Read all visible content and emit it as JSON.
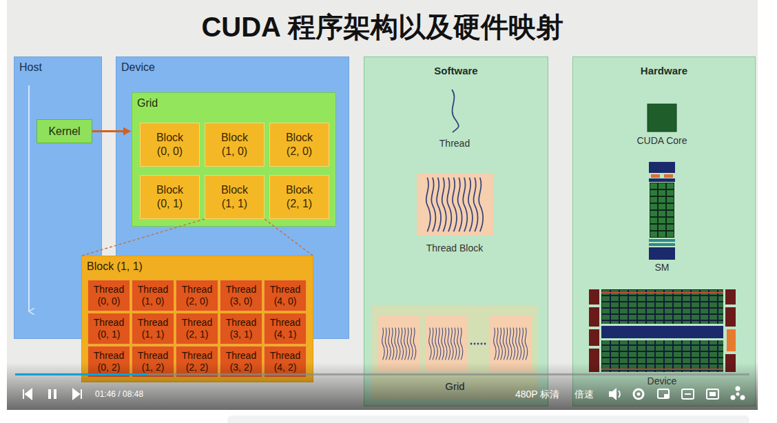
{
  "diagram": {
    "title": "CUDA 程序架构以及硬件映射",
    "nodes": [
      {
        "text": [
          "Host"
        ]
      },
      {
        "text": [
          "Device"
        ]
      },
      {
        "text": [
          "Kernel"
        ],
        "in": 0
      },
      {
        "text": [
          "Grid"
        ],
        "in": 1
      },
      {
        "text": [
          "Block (0, 0)"
        ],
        "in": 3
      },
      {
        "text": [
          "Block (1, 0)"
        ],
        "in": 3
      },
      {
        "text": [
          "Block (2, 0)"
        ],
        "in": 3
      },
      {
        "text": [
          "Block (0, 1)"
        ],
        "in": 3
      },
      {
        "text": [
          "Block (1, 1)"
        ],
        "in": 3
      },
      {
        "text": [
          "Block (2, 1)"
        ],
        "in": 3
      },
      {
        "text": [
          "Block (1, 1)"
        ]
      },
      {
        "text": [
          "Thread (0, 0)"
        ],
        "in": 10
      },
      {
        "text": [
          "Thread (1, 0)"
        ],
        "in": 10
      },
      {
        "text": [
          "Thread (2, 0)"
        ],
        "in": 10
      },
      {
        "text": [
          "Thread (3, 0)"
        ],
        "in": 10
      },
      {
        "text": [
          "Thread (4, 0)"
        ],
        "in": 10
      },
      {
        "text": [
          "Thread (0, 1)"
        ],
        "in": 10
      },
      {
        "text": [
          "Thread (1, 1)"
        ],
        "in": 10
      },
      {
        "text": [
          "Thread (2, 1)"
        ],
        "in": 10
      },
      {
        "text": [
          "Thread (3, 1)"
        ],
        "in": 10
      },
      {
        "text": [
          "Thread (4, 1)"
        ],
        "in": 10
      },
      {
        "text": [
          "Thread (0, 2)"
        ],
        "in": 10
      },
      {
        "text": [
          "Thread (1, 2)"
        ],
        "in": 10
      },
      {
        "text": [
          "Thread (2, 2)"
        ],
        "in": 10
      },
      {
        "text": [
          "Thread (3, 2)"
        ],
        "in": 10
      },
      {
        "text": [
          "Thread (4, 2)"
        ],
        "in": 10
      },
      {
        "text": [
          "Software"
        ]
      },
      {
        "text": [
          "Grid"
        ],
        "in": 26
      },
      {
        "text": [
          "Hardware"
        ]
      }
    ],
    "edges": [
      {
        "from": 2,
        "to": 3,
        "arrow": "to"
      },
      {
        "from": 8,
        "to": 10,
        "arrow": "none"
      }
    ],
    "labels": [
      "Thread",
      "Thread Block",
      "CUDA Core",
      "SM",
      "Device",
      "01:46 / 08:48",
      "480P 标清",
      "倍速"
    ]
  }
}
